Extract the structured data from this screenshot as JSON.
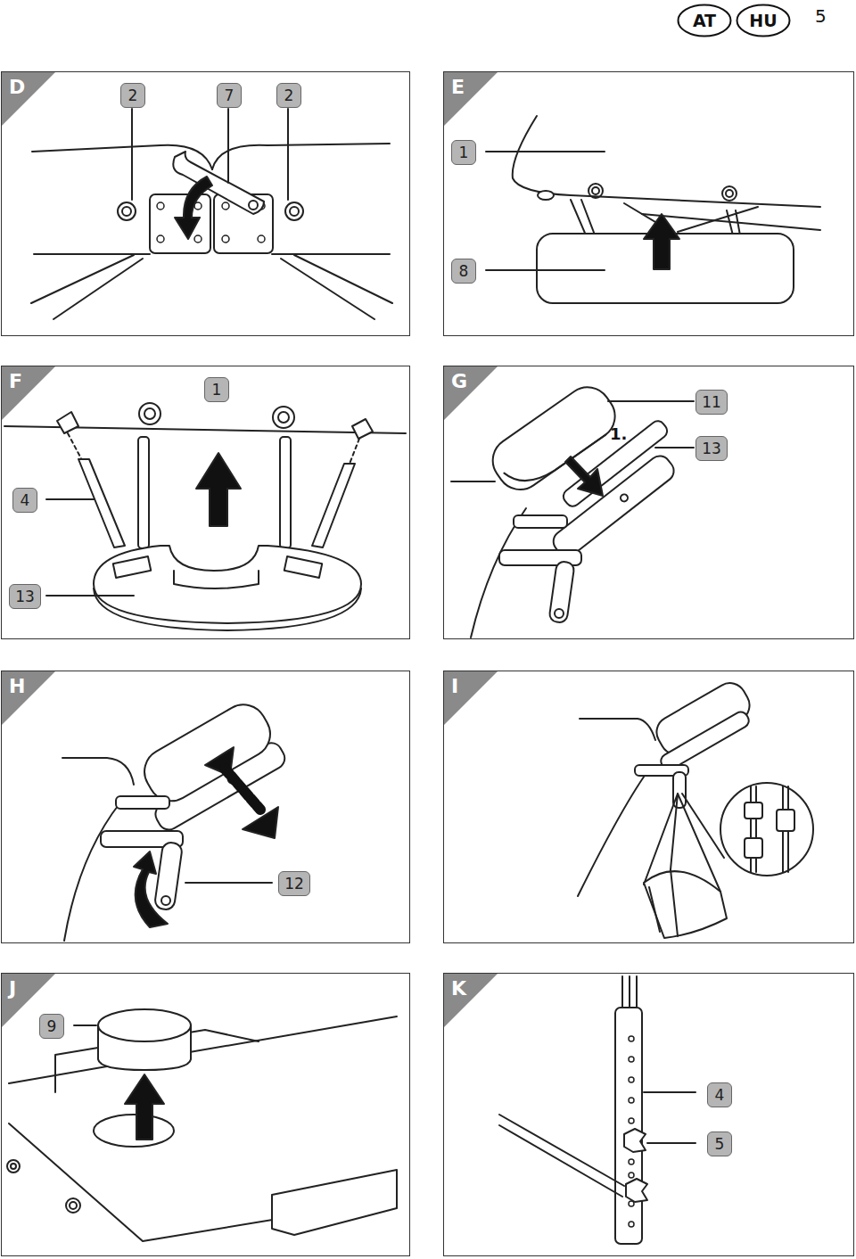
{
  "diagram": {
    "nodes": [
      {
        "text": [
          "AT"
        ]
      },
      {
        "text": [
          "HU"
        ]
      },
      {
        "text": [
          "D"
        ]
      },
      {
        "text": [
          "2"
        ],
        "in": 2
      },
      {
        "text": [
          "7"
        ],
        "in": 2
      },
      {
        "text": [
          "2"
        ],
        "in": 2
      },
      {
        "text": [
          "E"
        ]
      },
      {
        "text": [
          "1"
        ],
        "in": 6
      },
      {
        "text": [
          "8"
        ],
        "in": 6
      },
      {
        "text": [
          "F"
        ]
      },
      {
        "text": [
          "1"
        ],
        "in": 9
      },
      {
        "text": [
          "4"
        ],
        "in": 9
      },
      {
        "text": [
          "13"
        ],
        "in": 9
      },
      {
        "text": [
          "G"
        ]
      },
      {
        "text": [
          "11"
        ],
        "in": 13
      },
      {
        "text": [
          "13"
        ],
        "in": 13
      },
      {
        "text": [
          "H"
        ]
      },
      {
        "text": [
          "12"
        ],
        "in": 16
      },
      {
        "text": [
          "I"
        ]
      },
      {
        "text": [
          "J"
        ]
      },
      {
        "text": [
          "9"
        ],
        "in": 19
      },
      {
        "text": [
          "K"
        ]
      },
      {
        "text": [
          "4"
        ],
        "in": 21
      },
      {
        "text": [
          "5"
        ],
        "in": 21
      }
    ],
    "labels": [
      "5",
      "1."
    ]
  }
}
